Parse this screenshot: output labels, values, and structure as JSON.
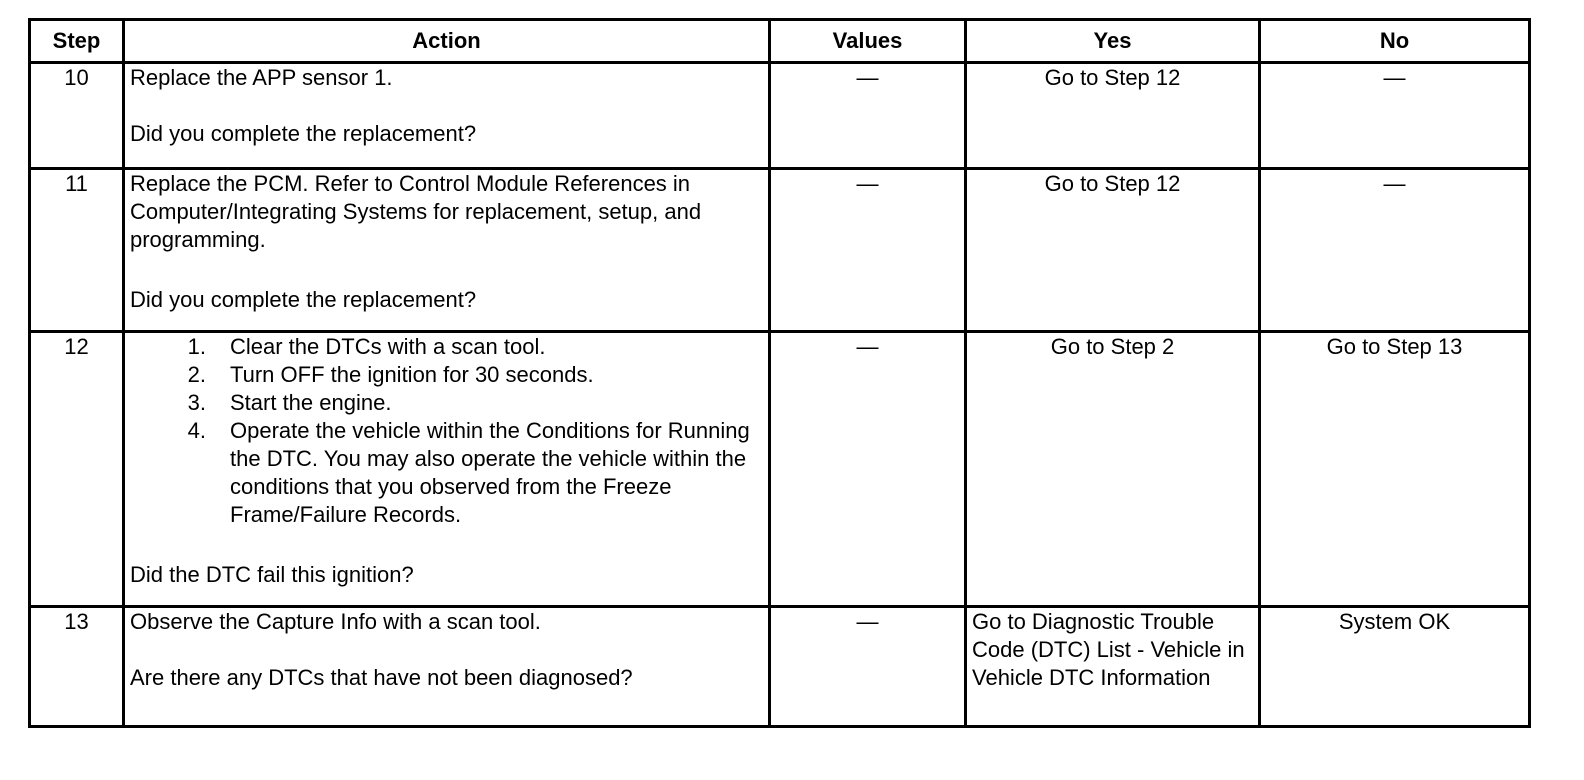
{
  "table": {
    "headers": {
      "step": "Step",
      "action": "Action",
      "values": "Values",
      "yes": "Yes",
      "no": "No"
    },
    "rows": [
      {
        "step": "10",
        "action_text": "Replace the APP sensor 1.",
        "question": "Did you complete the replacement?",
        "values": "—",
        "yes": "Go to Step 12",
        "no": "—"
      },
      {
        "step": "11",
        "action_text": "Replace the PCM. Refer to Control Module References in Computer/Integrating Systems for replacement, setup, and programming.",
        "question": "Did you complete the replacement?",
        "values": "—",
        "yes": "Go to Step 12",
        "no": "—"
      },
      {
        "step": "12",
        "steps": [
          {
            "num": "1.",
            "text": "Clear the DTCs with a scan tool."
          },
          {
            "num": "2.",
            "text": "Turn OFF the ignition for 30 seconds."
          },
          {
            "num": "3.",
            "text": "Start the engine."
          },
          {
            "num": "4.",
            "text": "Operate the vehicle within the Conditions for Running the DTC. You may also operate the vehicle within the conditions that you observed from the Freeze Frame/Failure Records."
          }
        ],
        "question": "Did the DTC fail this ignition?",
        "values": "—",
        "yes": "Go to Step 2",
        "no": "Go to Step 13"
      },
      {
        "step": "13",
        "action_text": "Observe the Capture Info with a scan tool.",
        "question": "Are there any DTCs that have not been diagnosed?",
        "values": "—",
        "yes": "Go to Diagnostic Trouble Code (DTC) List - Vehicle in Vehicle DTC Information",
        "no": "System OK"
      }
    ]
  }
}
